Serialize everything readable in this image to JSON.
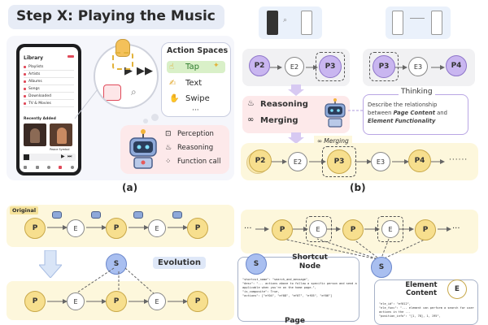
{
  "title": "Step X: Playing the Music",
  "phone": {
    "app_title": "Library",
    "menu_items": [
      "Playlists",
      "Artists",
      "Albums",
      "Songs",
      "Downloaded",
      "TV & Movies"
    ],
    "recently_added": "Recently Added",
    "album_caption": "Peace Symbol"
  },
  "action_spaces": {
    "title": "Action Spaces",
    "actions": [
      "Tap",
      "Text",
      "Swipe"
    ],
    "more": "···"
  },
  "agent_abilities": [
    "Perception",
    "Reasoning",
    "Function call"
  ],
  "label_a": "(a)",
  "label_b": "(b)",
  "top_graph": {
    "left": [
      "P2",
      "E2",
      "P3"
    ],
    "right": [
      "P3",
      "E3",
      "P4"
    ]
  },
  "reasoning_box": [
    "Reasoning",
    "Merging"
  ],
  "thinking": {
    "title": "Thinking",
    "text_a": "Describe the relationship",
    "text_b": "between ",
    "em_a": "Page Content",
    "text_c": " and",
    "em_b": "Element Functionality"
  },
  "merged_chain": {
    "nodes": [
      "P2",
      "E2",
      "P3",
      "E3",
      "P4"
    ],
    "tag": "Merging",
    "ellipsis": "······"
  },
  "bottom_left": {
    "original_tag": "Original",
    "chain": [
      "P",
      "E",
      "P",
      "E",
      "P"
    ],
    "shortcut": "S",
    "evolution": "Evolution"
  },
  "bottom_right": {
    "chain": [
      "P",
      "E",
      "P",
      "E",
      "P"
    ],
    "ellipsis": "···",
    "shortcut": "S",
    "shortcut_title_a": "Shortcut",
    "shortcut_title_b": "Node",
    "shortcut_lines": [
      "\"shortcut_name\": \"search_and_message\",",
      "\"desc\": \"... actions above to follow a specific person and send a message.",
      "applicable when you're on the home page.\",",
      "\"is_composite\": True,",
      "\"actions\": [\"ef04\", \"ef08\", \"ef07\", \"ef05\", \"ef06\"]"
    ],
    "page_title": "Page",
    "element_title_a": "Element",
    "element_title_b": "Content",
    "element_node": "E",
    "element_lines": [
      "\"ele_id\": \"ef012\",",
      "\"ele_func\": \"... element can perform a search for user",
      "actions in the ...",
      "\"position_info\": \"[1, 78], 1, 195\","
    ]
  },
  "colors": {
    "p_yellow": "#f7df8e",
    "p_purple": "#c9b6f0",
    "s_blue": "#a9bff0",
    "panel_yellow": "#fdf7dc",
    "panel_blue": "#eaf1fb",
    "panel_pink": "#fde9ea",
    "panel_gray": "#f1f1f3"
  }
}
